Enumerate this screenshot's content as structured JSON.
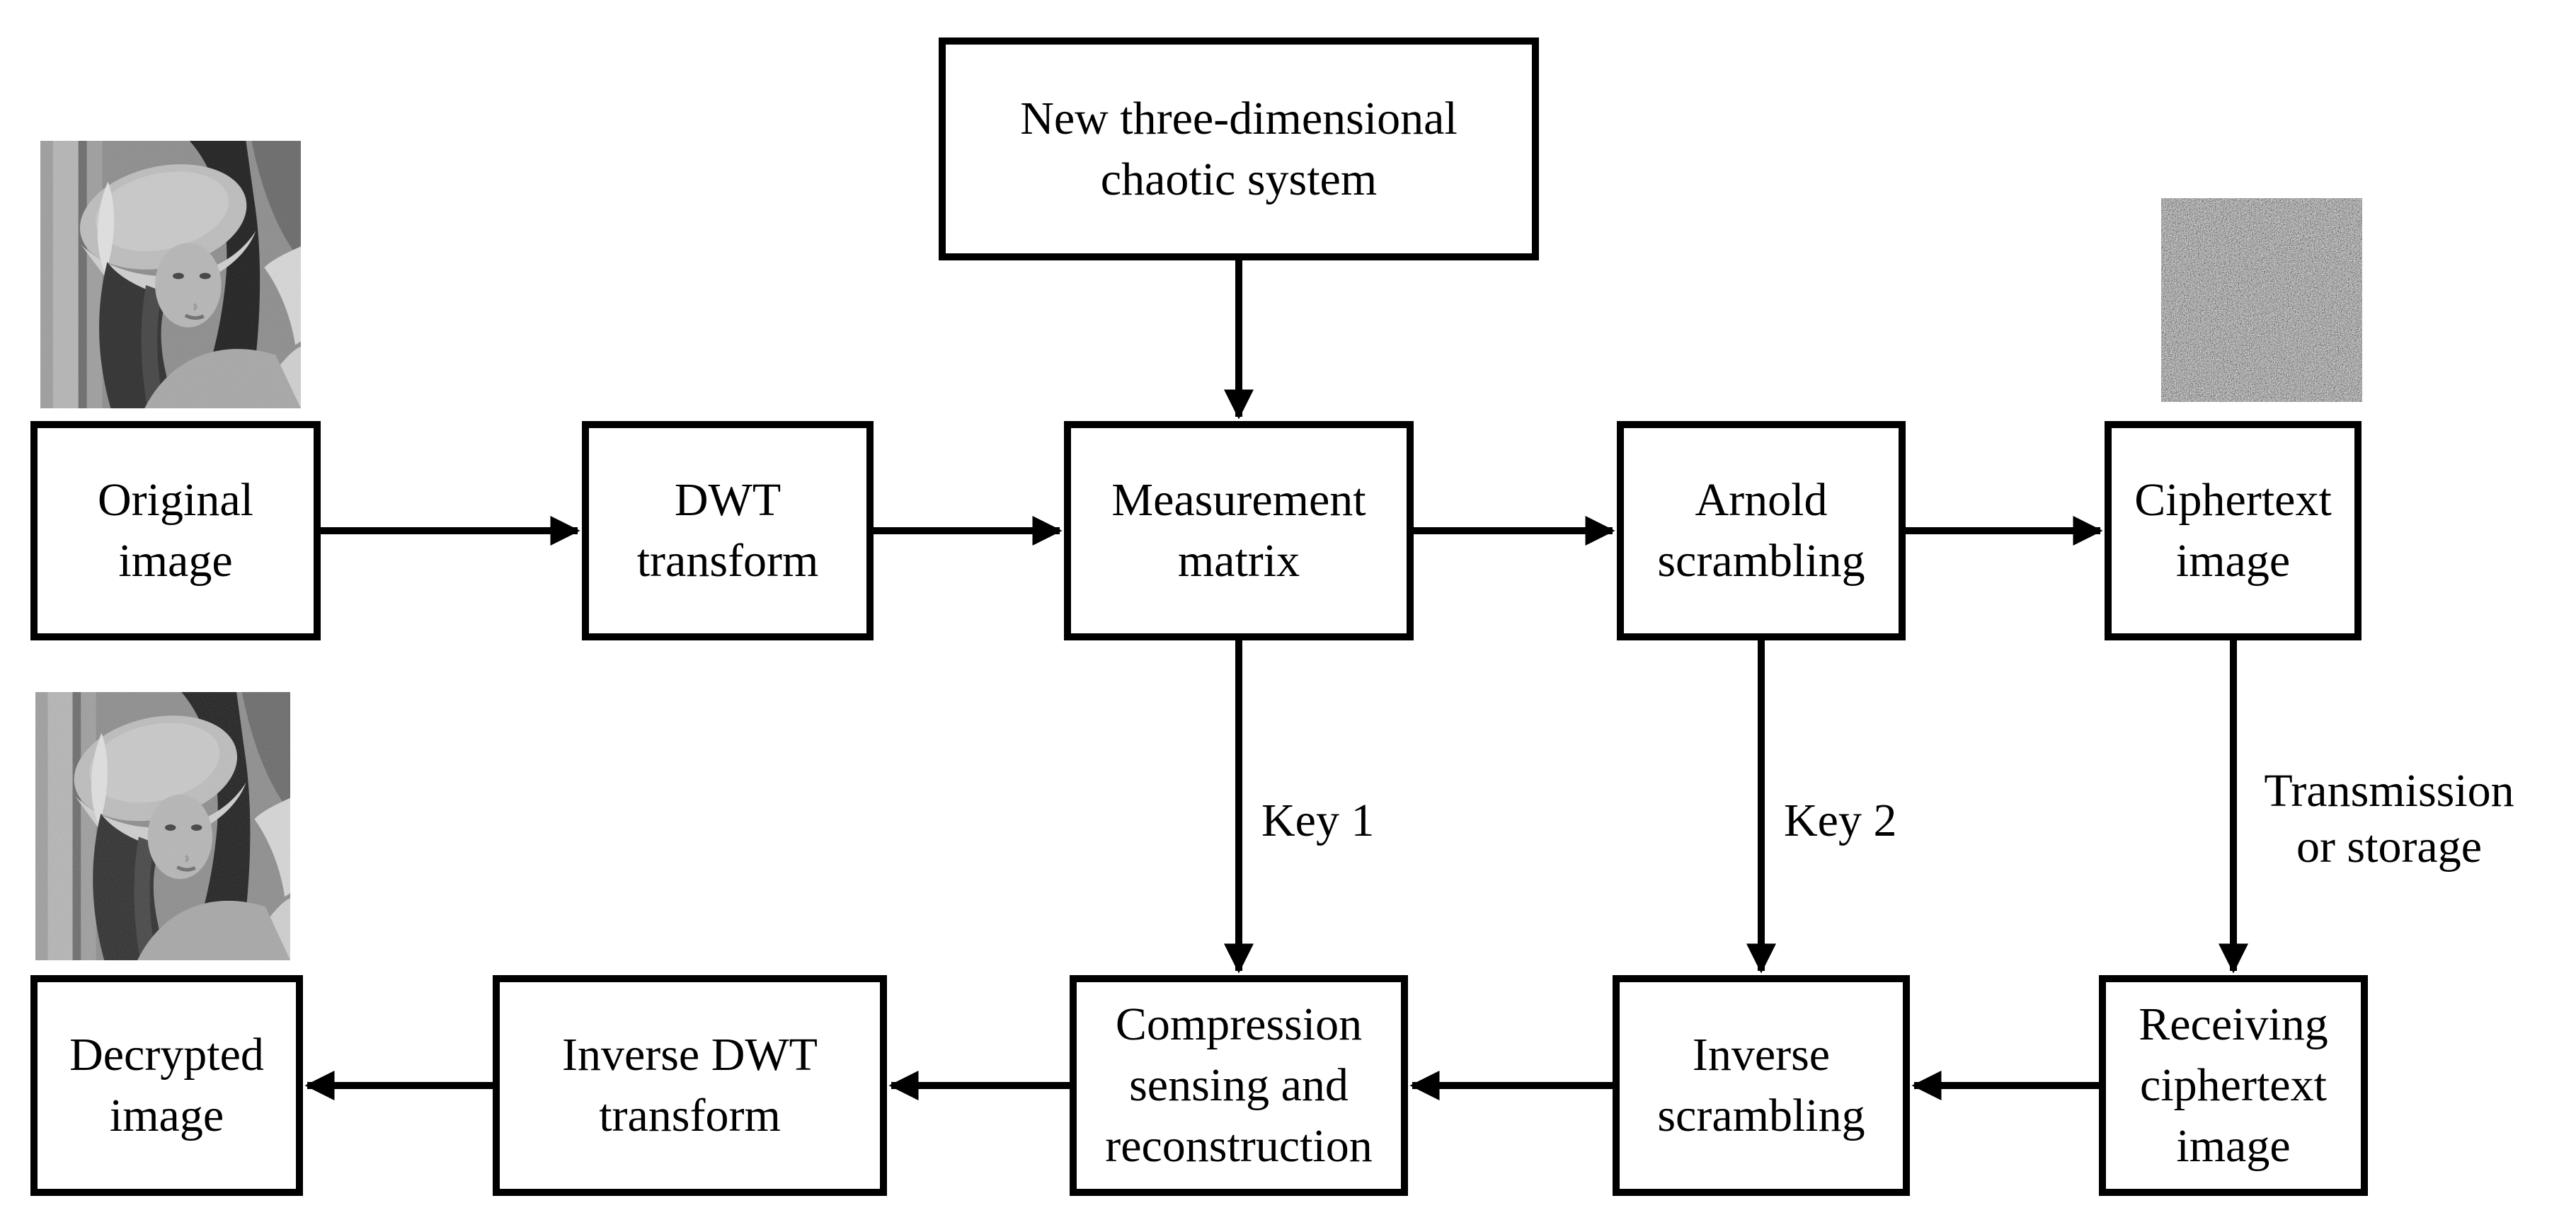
{
  "diagram": {
    "figure_type": "flowchart",
    "colors": {
      "background": "#ffffff",
      "line": "#000000",
      "text": "#000000"
    },
    "nodes": {
      "chaotic": {
        "label": "New three-dimensional\nchaotic system"
      },
      "original": {
        "label": "Original\nimage"
      },
      "dwt": {
        "label": "DWT\ntransform"
      },
      "measurement": {
        "label": "Measurement\nmatrix"
      },
      "arnold": {
        "label": "Arnold\nscrambling"
      },
      "ciphertext": {
        "label": "Ciphertext\nimage"
      },
      "decrypted": {
        "label": "Decrypted\nimage"
      },
      "inverse_dwt": {
        "label": "Inverse DWT\ntransform"
      },
      "compression": {
        "label": "Compression\nsensing and\nreconstruction"
      },
      "inverse_scrambling": {
        "label": "Inverse\nscrambling"
      },
      "receiving": {
        "label": "Receiving\nciphertext\nimage"
      }
    },
    "edge_labels": {
      "key1": "Key 1",
      "key2": "Key 2",
      "transmission": "Transmission\nor storage"
    },
    "images": {
      "original": "lena-grayscale-photo",
      "decrypted": "lena-grayscale-photo-reconstructed",
      "ciphertext": "random-noise-ciphertext-image"
    }
  }
}
